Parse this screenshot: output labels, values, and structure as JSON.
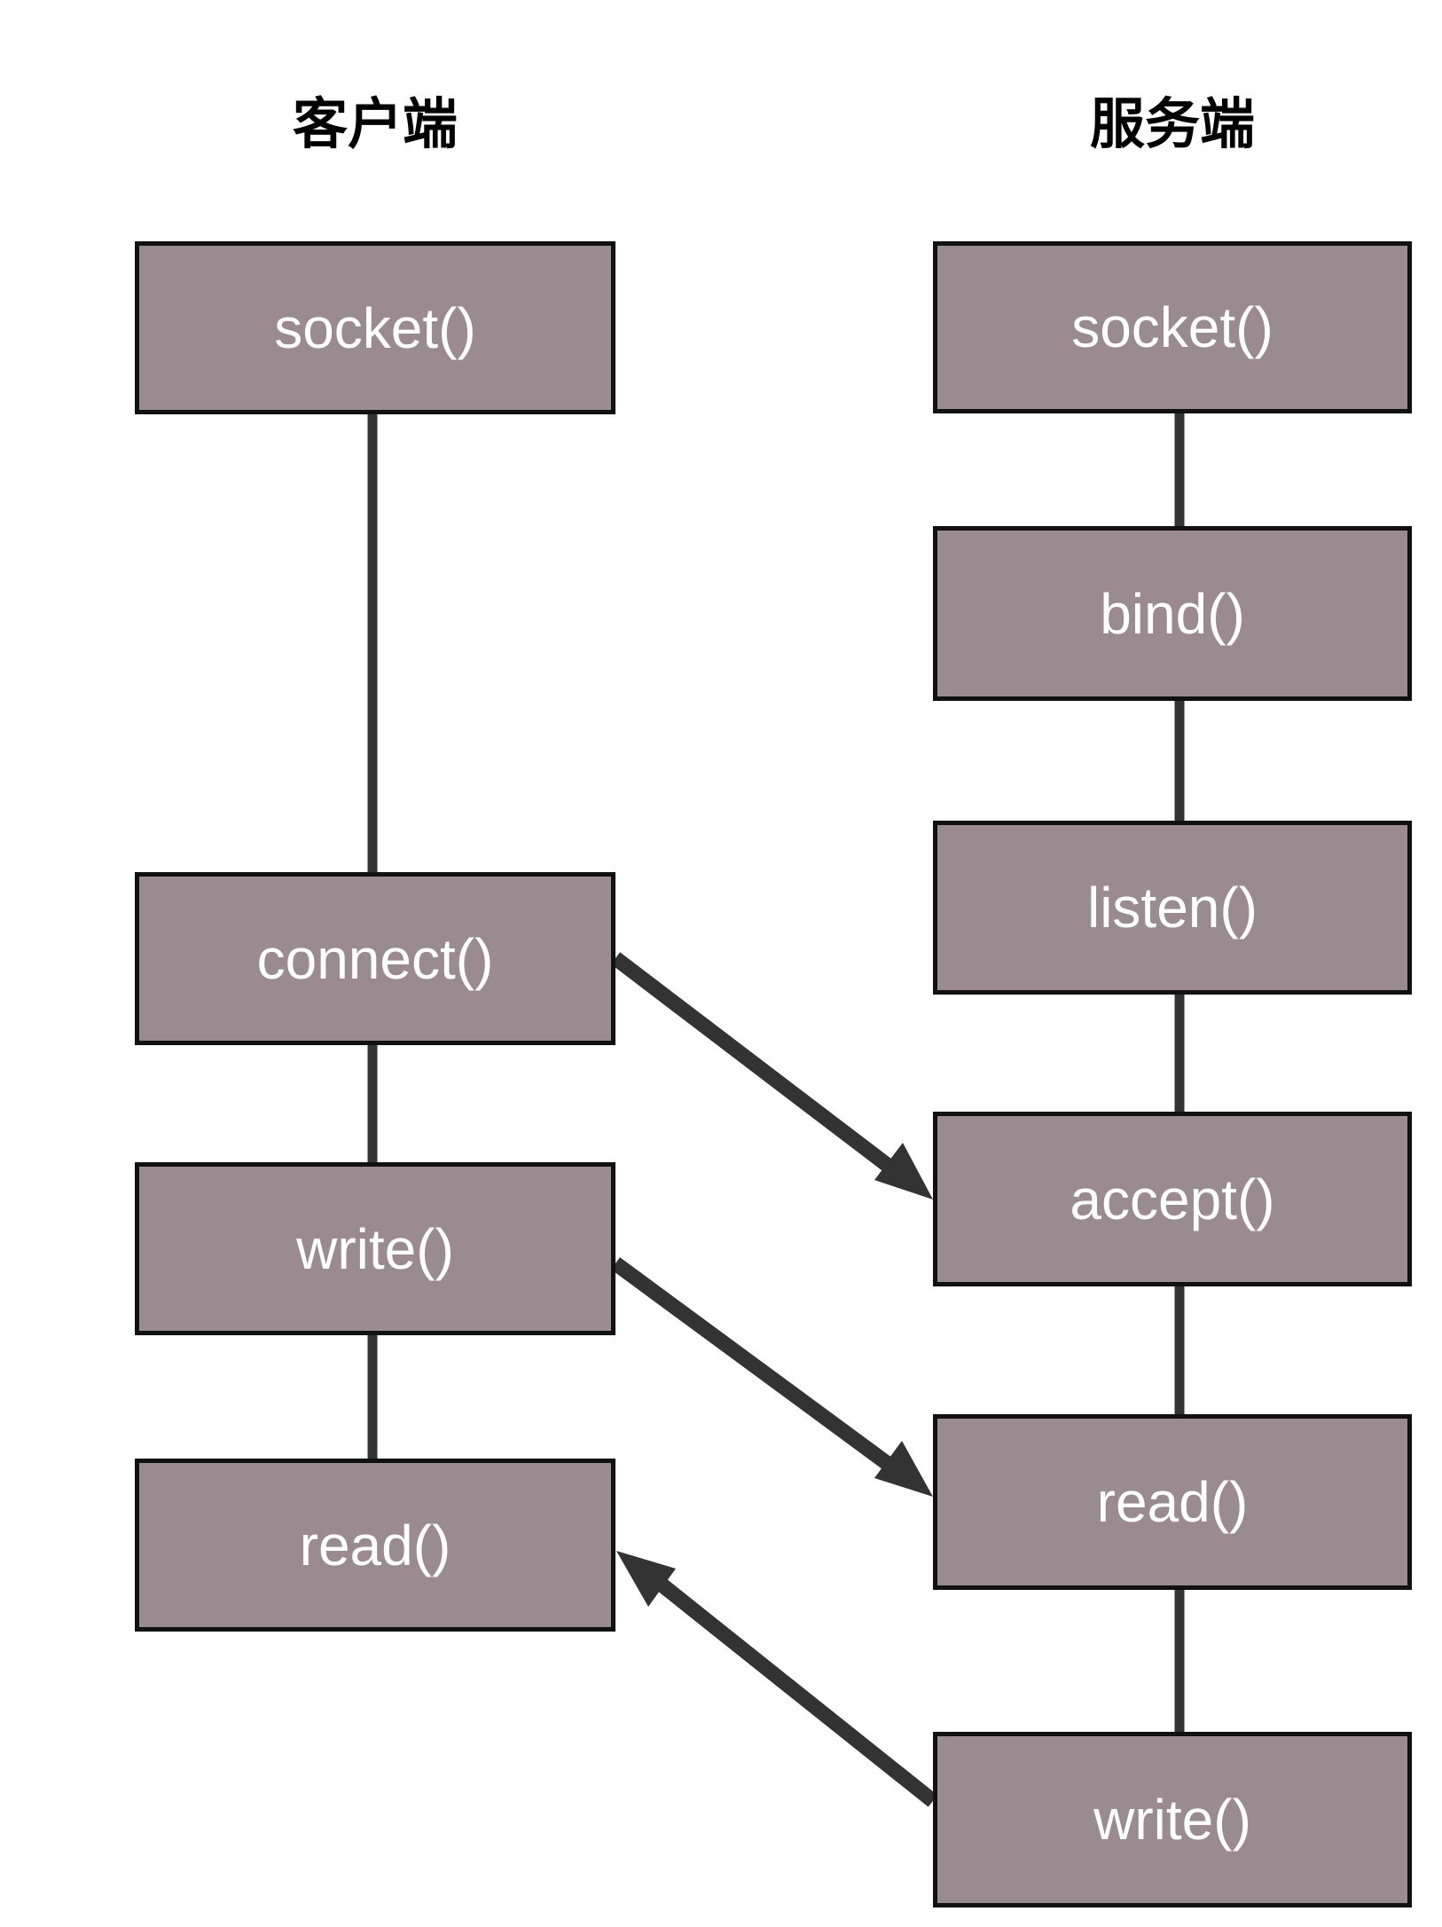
{
  "diagram": {
    "title_client": "客户端",
    "title_server": "服务端",
    "box_fill": "#9a8b90",
    "box_border": "#111111",
    "label_color": "#ffffff",
    "line_color": "#333333",
    "background": "#ffffff"
  },
  "client": {
    "title": "客户端",
    "steps": [
      {
        "label": "socket()"
      },
      {
        "label": "connect()"
      },
      {
        "label": "write()"
      },
      {
        "label": "read()"
      }
    ]
  },
  "server": {
    "title": "服务端",
    "steps": [
      {
        "label": "socket()"
      },
      {
        "label": "bind()"
      },
      {
        "label": "listen()"
      },
      {
        "label": "accept()"
      },
      {
        "label": "read()"
      },
      {
        "label": "write()"
      }
    ]
  },
  "arrows": [
    {
      "name": "connect-to-accept",
      "from": "connect()",
      "to": "accept()",
      "direction": "client-to-server"
    },
    {
      "name": "write-to-read",
      "from": "write()",
      "to": "read()",
      "direction": "client-to-server"
    },
    {
      "name": "serverwrite-to-clientread",
      "from": "write()",
      "to": "read()",
      "direction": "server-to-client"
    }
  ]
}
